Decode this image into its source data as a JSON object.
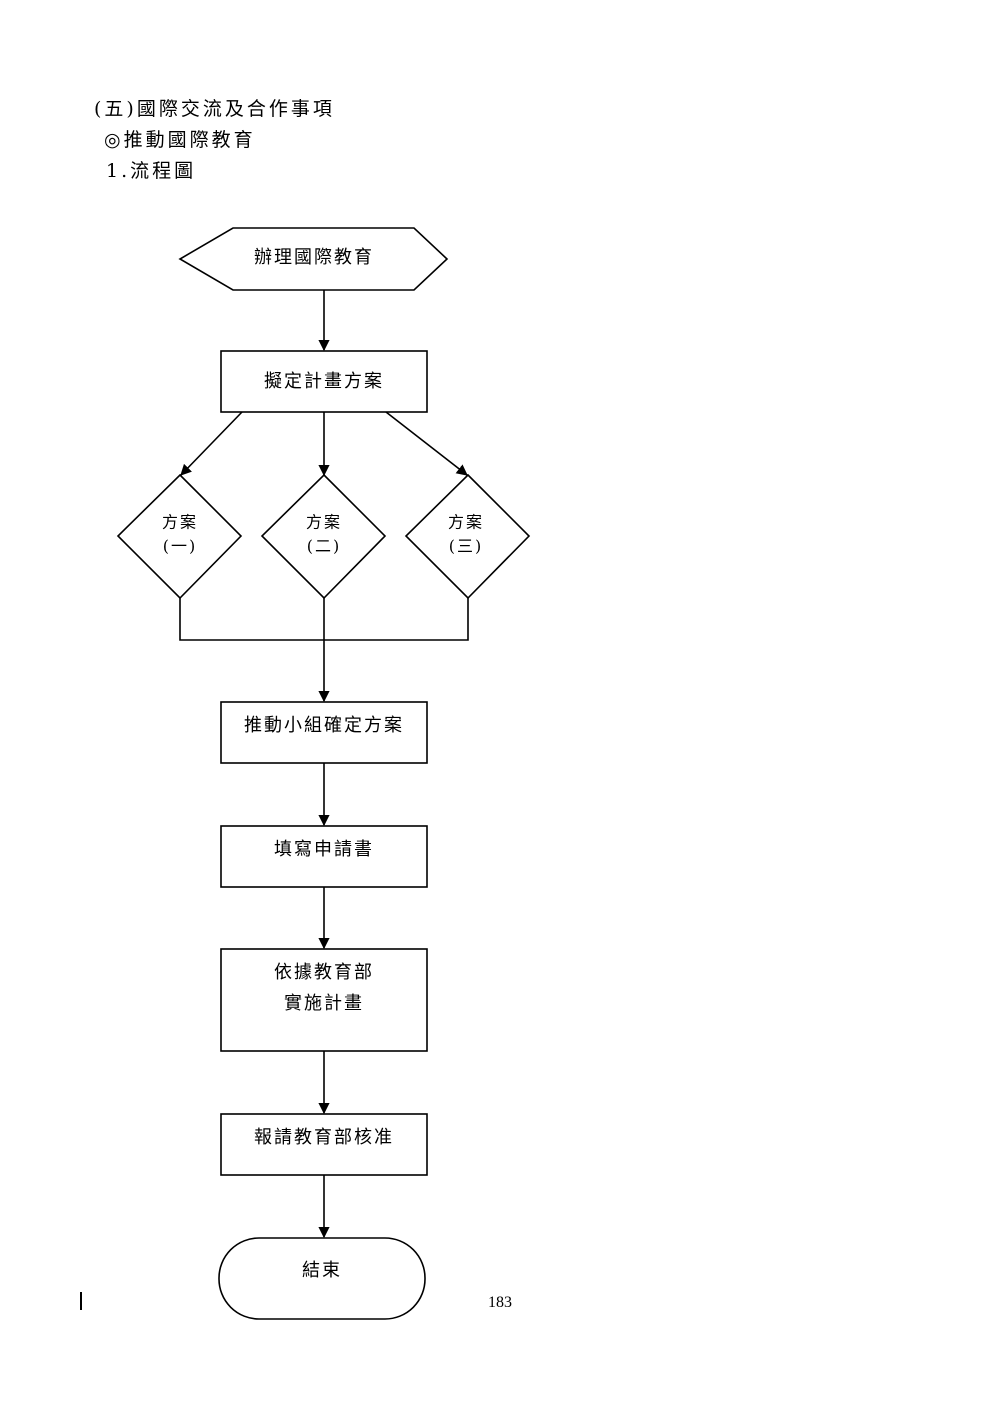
{
  "headings": {
    "section": "(五)國際交流及合作事項",
    "subsection": "◎推動國際教育",
    "item": "1.流程圖"
  },
  "flowchart": {
    "start": "辦理國際教育",
    "step1": "擬定計畫方案",
    "options": [
      {
        "line1": "方案",
        "line2": "(一)"
      },
      {
        "line1": "方案",
        "line2": "(二)"
      },
      {
        "line1": "方案",
        "line2": "(三)"
      }
    ],
    "step2": "推動小組確定方案",
    "step3": "填寫申請書",
    "step4": {
      "line1": "依據教育部",
      "line2": "實施計畫"
    },
    "step5": "報請教育部核准",
    "end": "結束"
  },
  "page_number": "183"
}
